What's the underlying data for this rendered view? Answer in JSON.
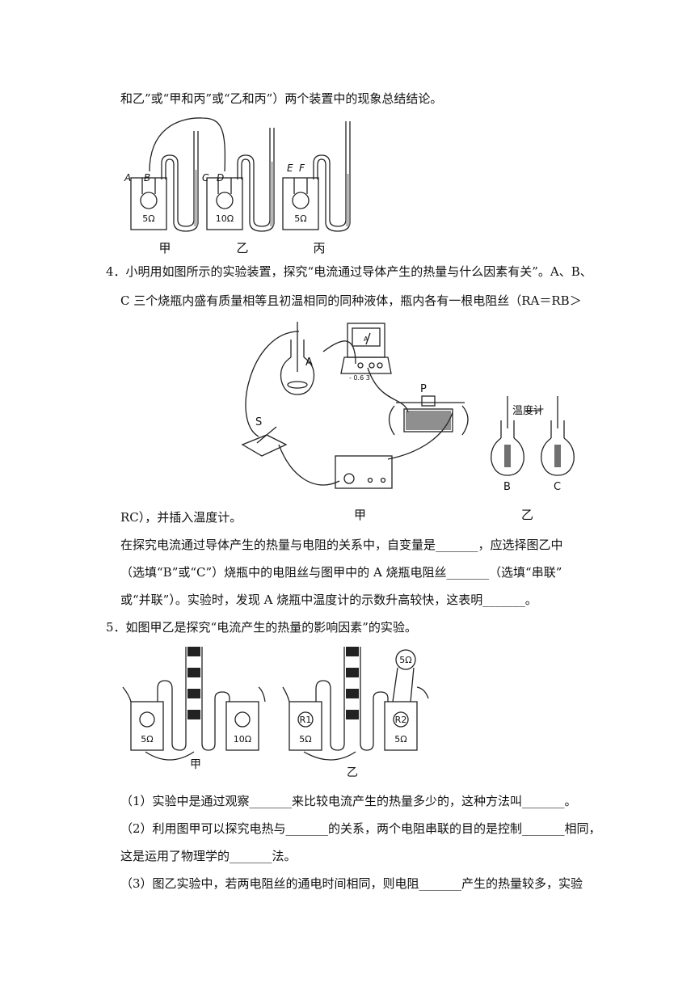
{
  "q3_tail": "和乙”或“甲和丙”或“乙和丙”）两个装置中的现象总结结论。",
  "fig3": {
    "points": [
      "A",
      "B",
      "C",
      "D",
      "E",
      "F"
    ],
    "resistors": [
      "5Ω",
      "10Ω",
      "5Ω"
    ],
    "captions": [
      "甲",
      "乙",
      "丙"
    ]
  },
  "q4": {
    "line1": "4．小明用如图所示的实验装置，探究“电流通过导体产生的热量与什么因素有关”。A、B、",
    "line2": "C 三个烧瓶内盛有质量相等且初温相同的同种液体，瓶内各有一根电阻丝（RA＝RB＞",
    "line3": "RC），并插入温度计。",
    "line4": "在探究电流通过导体产生的热量与电阻的关系中，自变量是_______，应选择图乙中",
    "line5": "（选填“B”或“C”）烧瓶中的电阻丝与图甲中的 A 烧瓶电阻丝_______（选填“串联”",
    "line6": "或“并联”）。实验时，发现 A 烧瓶中温度计的示数升高较快，这表明_______。"
  },
  "fig4": {
    "flask_a": "A",
    "switch": "S",
    "slider": "P",
    "thermometer": "温度计",
    "flask_b": "B",
    "flask_c": "C",
    "meter": "A",
    "meter_scale": "- 0.6 3",
    "caption_left": "甲",
    "caption_right": "乙"
  },
  "q5": {
    "line1": "5．如图甲乙是探究“电流产生的热量的影响因素”的实验。",
    "p1": "（1）实验中是通过观察_______来比较电流产生的热量多少的，这种方法叫_______。",
    "p2a": "（2）利用图甲可以探究电热与_______的关系，两个电阻串联的目的是控制_______相同，",
    "p2b": "这是运用了物理学的_______法。",
    "p3": "（3）图乙实验中，若两电阻丝的通电时间相同，则电阻_______产生的热量较多，实验"
  },
  "fig5": {
    "left_res": [
      "5Ω",
      "10Ω"
    ],
    "r1": "R1",
    "r2": "R2",
    "right_res": [
      "5Ω",
      "5Ω"
    ],
    "external": "5Ω",
    "caption_left": "甲",
    "caption_right": "乙"
  }
}
